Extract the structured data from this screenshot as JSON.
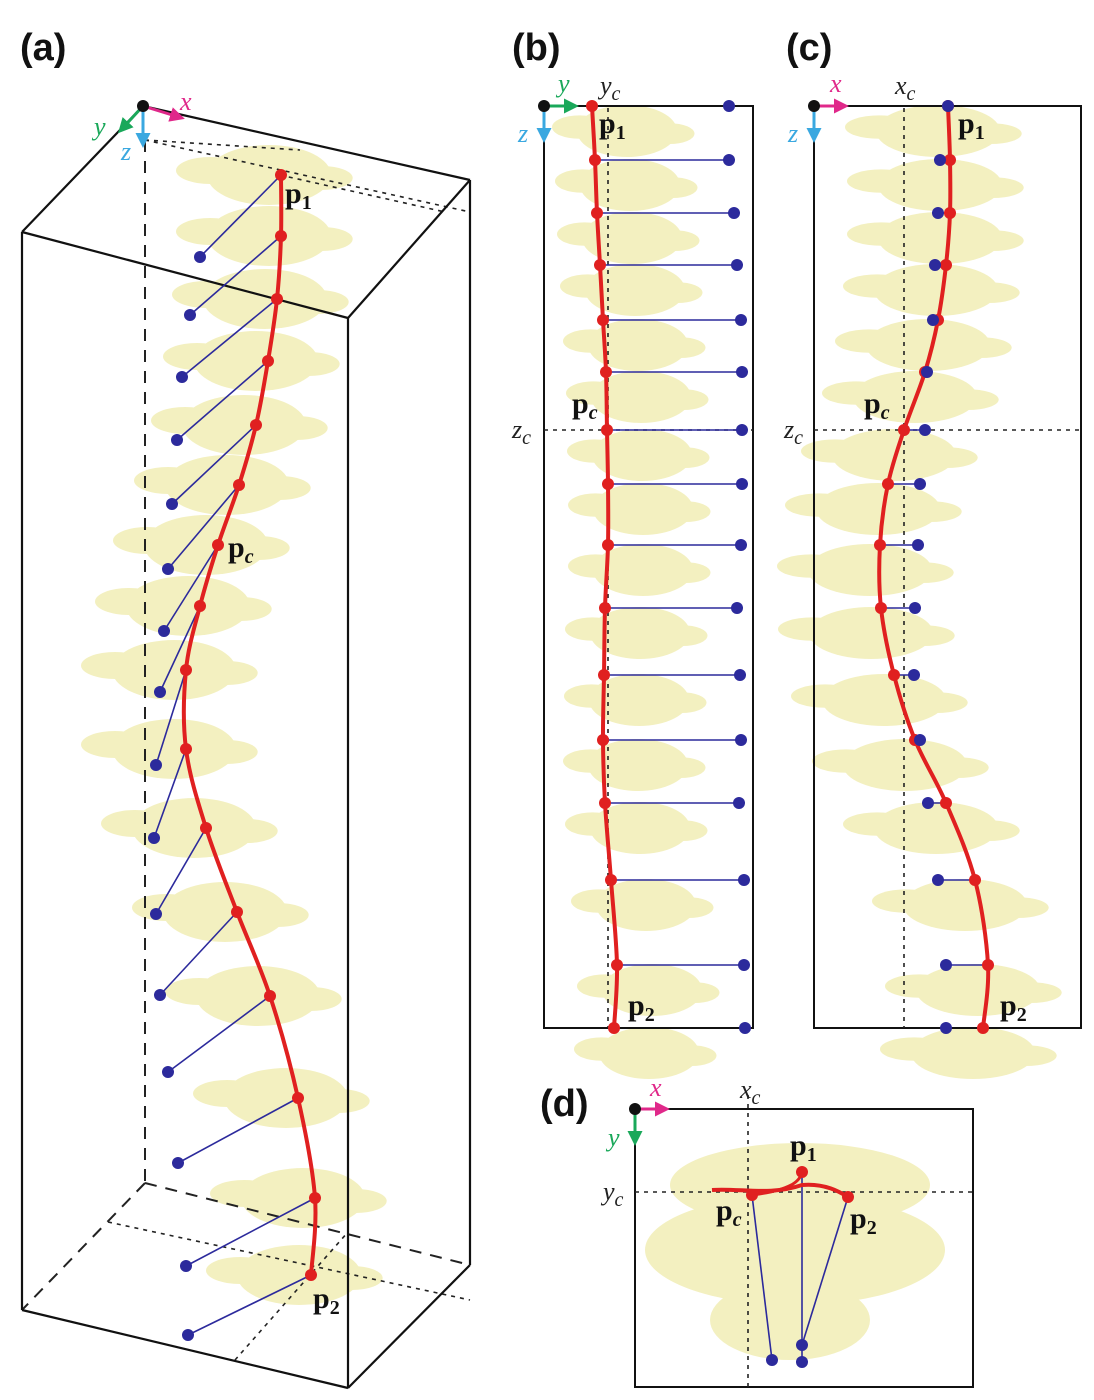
{
  "panels": {
    "a": {
      "label": "(a)"
    },
    "b": {
      "label": "(b)"
    },
    "c": {
      "label": "(c)"
    },
    "d": {
      "label": "(d)"
    }
  },
  "axes": {
    "x": "x",
    "y": "y",
    "z": "z"
  },
  "points": {
    "p1": {
      "main": "p",
      "sub": "1"
    },
    "p2": {
      "main": "p",
      "sub": "2"
    },
    "pc": {
      "main": "p",
      "sub": "c"
    }
  },
  "centers": {
    "xc": {
      "main": "x",
      "sub": "c"
    },
    "yc": {
      "main": "y",
      "sub": "c"
    },
    "zc": {
      "main": "z",
      "sub": "c"
    }
  },
  "colors": {
    "curve": "#e02020",
    "marker": "#2c2a9c",
    "vertebra": "#ece79a",
    "x_axis": "#e0288a",
    "y_axis": "#1aa85a",
    "z_axis": "#3aa8e0"
  }
}
